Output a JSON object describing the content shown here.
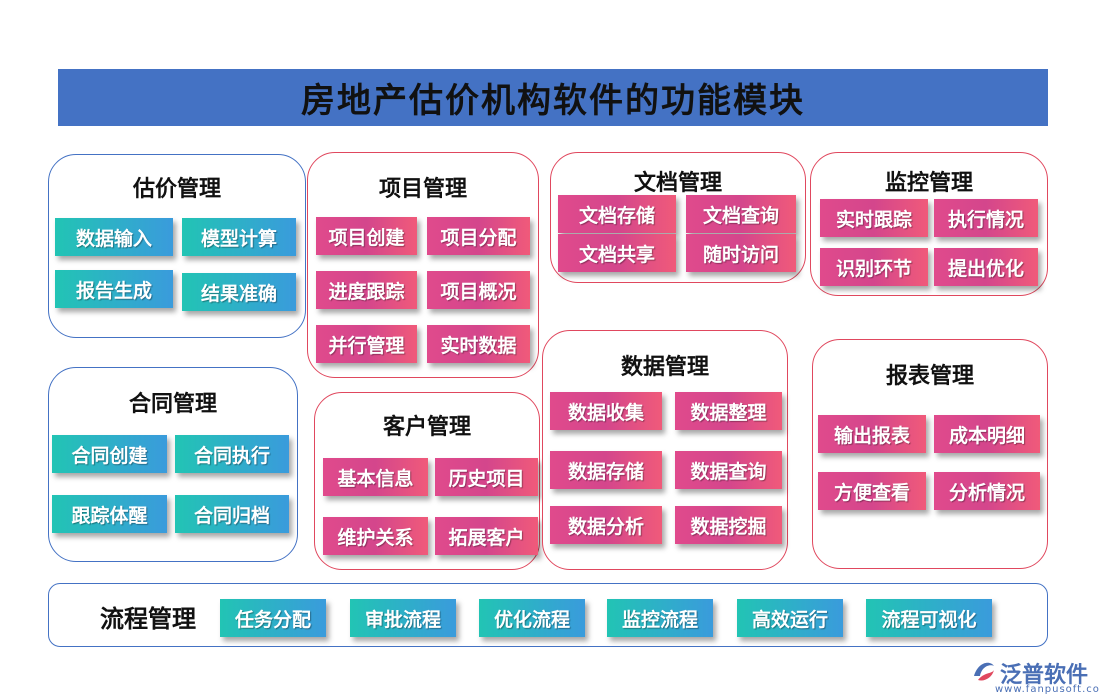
{
  "title": "房地产估价机构软件的功能模块",
  "modules": {
    "valuation": {
      "title": "估价管理",
      "items": [
        "数据输入",
        "模型计算",
        "报告生成",
        "结果准确"
      ]
    },
    "project": {
      "title": "项目管理",
      "items": [
        "项目创建",
        "项目分配",
        "进度跟踪",
        "项目概况",
        "并行管理",
        "实时数据"
      ]
    },
    "document": {
      "title": "文档管理",
      "items": [
        "文档存储",
        "文档查询",
        "文档共享",
        "随时访问"
      ]
    },
    "monitor": {
      "title": "监控管理",
      "items": [
        "实时跟踪",
        "执行情况",
        "识别环节",
        "提出优化"
      ]
    },
    "contract": {
      "title": "合同管理",
      "items": [
        "合同创建",
        "合同执行",
        "跟踪体醒",
        "合同归档"
      ]
    },
    "customer": {
      "title": "客户管理",
      "items": [
        "基本信息",
        "历史项目",
        "维护关系",
        "拓展客户"
      ]
    },
    "data": {
      "title": "数据管理",
      "items": [
        "数据收集",
        "数据整理",
        "数据存储",
        "数据查询",
        "数据分析",
        "数据挖掘"
      ]
    },
    "report": {
      "title": "报表管理",
      "items": [
        "输出报表",
        "成本明细",
        "方便查看",
        "分析情况"
      ]
    }
  },
  "flow": {
    "title": "流程管理",
    "items": [
      "任务分配",
      "审批流程",
      "优化流程",
      "监控流程",
      "高效运行",
      "流程可视化"
    ]
  },
  "logo": {
    "name": "泛普软件",
    "url": "www.fanpusoft.com",
    "icon": "fanpu-logo-icon"
  },
  "colors": {
    "title_bar": "#4472c4",
    "blue_border": "#4472c4",
    "red_border": "#e0485e",
    "teal_chip": "#22c4b4",
    "pink_chip": "#e04a8c"
  }
}
